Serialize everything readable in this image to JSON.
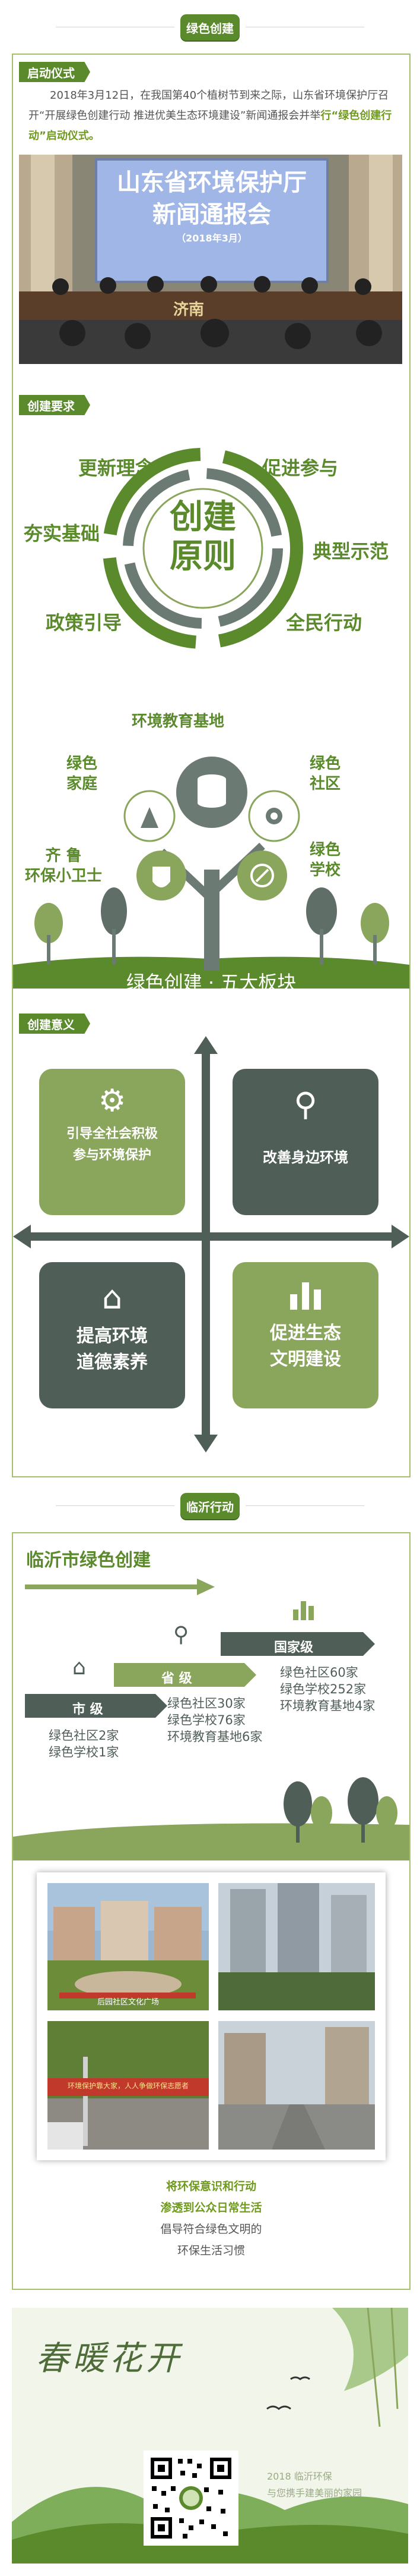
{
  "header1": {
    "label": "绿色创建"
  },
  "header2": {
    "label": "临沂行动"
  },
  "section1": {
    "tag": "启动仪式",
    "para_pre": "2018年3月12日，在我国第40个植树节到来之际，山东省环境保护厅召开“开展绿色创建行动 推进优美生态环境建设”新闻通报会并举",
    "para_hl": "行“绿色创建行动”启动仪式。",
    "photo_sign_line1": "山东省环境保护厅",
    "photo_sign_line2": "新闻通报会",
    "photo_sign_date": "（2018年3月）",
    "photo_backdrop": "济南"
  },
  "section2": {
    "tag": "创建要求",
    "center_line1": "创建",
    "center_line2": "原则",
    "principles": [
      "更新理念",
      "促进参与",
      "夯实基础",
      "典型示范",
      "政策引导",
      "全民行动"
    ],
    "tree_title": "环境教育基地",
    "left_labels": [
      "绿色\n家庭",
      "齐 鲁\n环保小卫士"
    ],
    "right_labels": [
      "绿色\n社区",
      "绿色\n学校"
    ],
    "banner": "绿色创建 · 五大板块"
  },
  "section3": {
    "tag": "创建意义",
    "quad_tl": [
      "引导全社会积极",
      "参与环境保护"
    ],
    "quad_tr": "改善身边环境",
    "quad_bl": [
      "提高环境",
      "道德素养"
    ],
    "quad_br": [
      "促进生态",
      "文明建设"
    ]
  },
  "section4": {
    "title": "临沂市绿色创建",
    "levels": [
      {
        "label": "市 级",
        "lines": [
          "绿色社区2家",
          "绿色学校1家"
        ]
      },
      {
        "label": "省 级",
        "lines": [
          "绿色社区30家",
          "绿色学校76家",
          "环境教育基地6家"
        ]
      },
      {
        "label": "国家级",
        "lines": [
          "绿色社区60家",
          "绿色学校252家",
          "环境教育基地4家"
        ]
      }
    ],
    "photo_caption": "后园社区文化广场",
    "photo_banner": "环境保护靠大家，人人争做环保志愿者",
    "closing": [
      "将环保意识和行动",
      "渗透到公众日常生活",
      "倡导符合绿色文明的",
      "环保生活习惯"
    ]
  },
  "footer": {
    "calligraphy": "春暖花开",
    "slogan_line1": "2018 临沂环保",
    "slogan_line2": "与您携手建美丽的家园"
  }
}
